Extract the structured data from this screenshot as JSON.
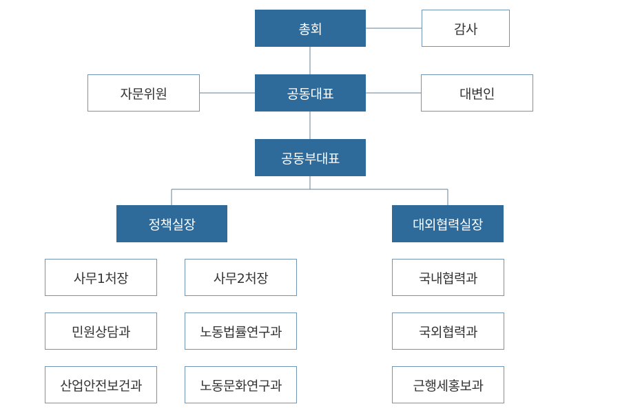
{
  "colors": {
    "filled_box": "#2e6b9b",
    "outline_border": "#6e93b4",
    "connector": "#5f7f99",
    "text_dark": "#333333",
    "text_light": "#ffffff"
  },
  "org": {
    "general_assembly": "총회",
    "audit": "감사",
    "co_representative": "공동대표",
    "advisory_committee": "자문위원",
    "spokesperson": "대변인",
    "co_vice_representative": "공동부대표",
    "policy_director": "정책실장",
    "external_cooperation_director": "대외협력실장",
    "policy_units": {
      "col1": [
        "사무1처장",
        "민원상담과",
        "산업안전보건과"
      ],
      "col2": [
        "사무2처장",
        "노동법률연구과",
        "노동문화연구과"
      ]
    },
    "external_units": [
      "국내협력과",
      "국외협력과",
      "근행세홍보과"
    ]
  }
}
